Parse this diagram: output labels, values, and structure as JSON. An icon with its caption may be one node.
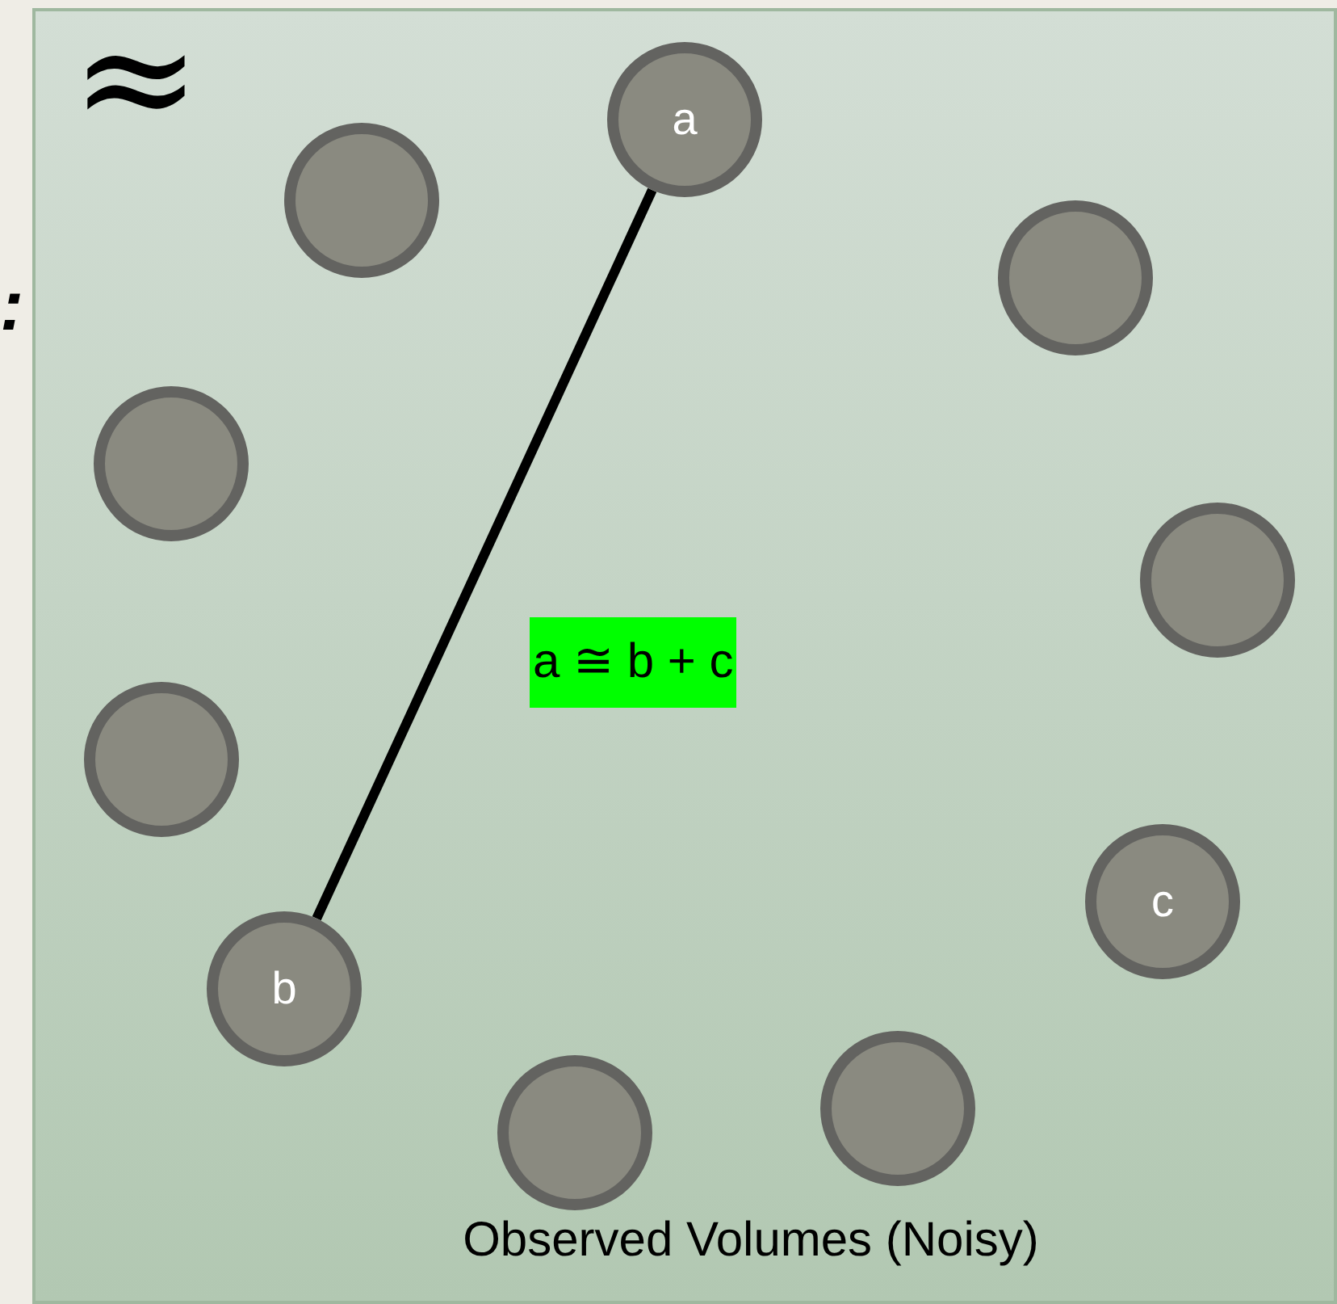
{
  "diagram": {
    "nodes": [
      {
        "text": [
          "Observed Volumes (Noisy)"
        ]
      },
      {
        "text": [
          "a"
        ],
        "in": 0
      },
      {
        "text": [],
        "shape": "circle",
        "in": 0
      },
      {
        "text": [],
        "shape": "circle",
        "in": 0
      },
      {
        "text": [],
        "shape": "circle",
        "in": 0
      },
      {
        "text": [],
        "shape": "circle",
        "in": 0
      },
      {
        "text": [],
        "shape": "circle",
        "in": 0
      },
      {
        "text": [
          "c"
        ],
        "in": 0
      },
      {
        "text": [
          "b"
        ],
        "in": 0
      },
      {
        "text": [],
        "shape": "circle",
        "in": 0
      },
      {
        "text": [],
        "shape": "circle",
        "in": 0
      }
    ],
    "edges": [
      {
        "from": 1,
        "to": 8,
        "arrow": "none"
      }
    ],
    "labels": [
      "≈",
      ":",
      "a ≅ b + c"
    ]
  }
}
